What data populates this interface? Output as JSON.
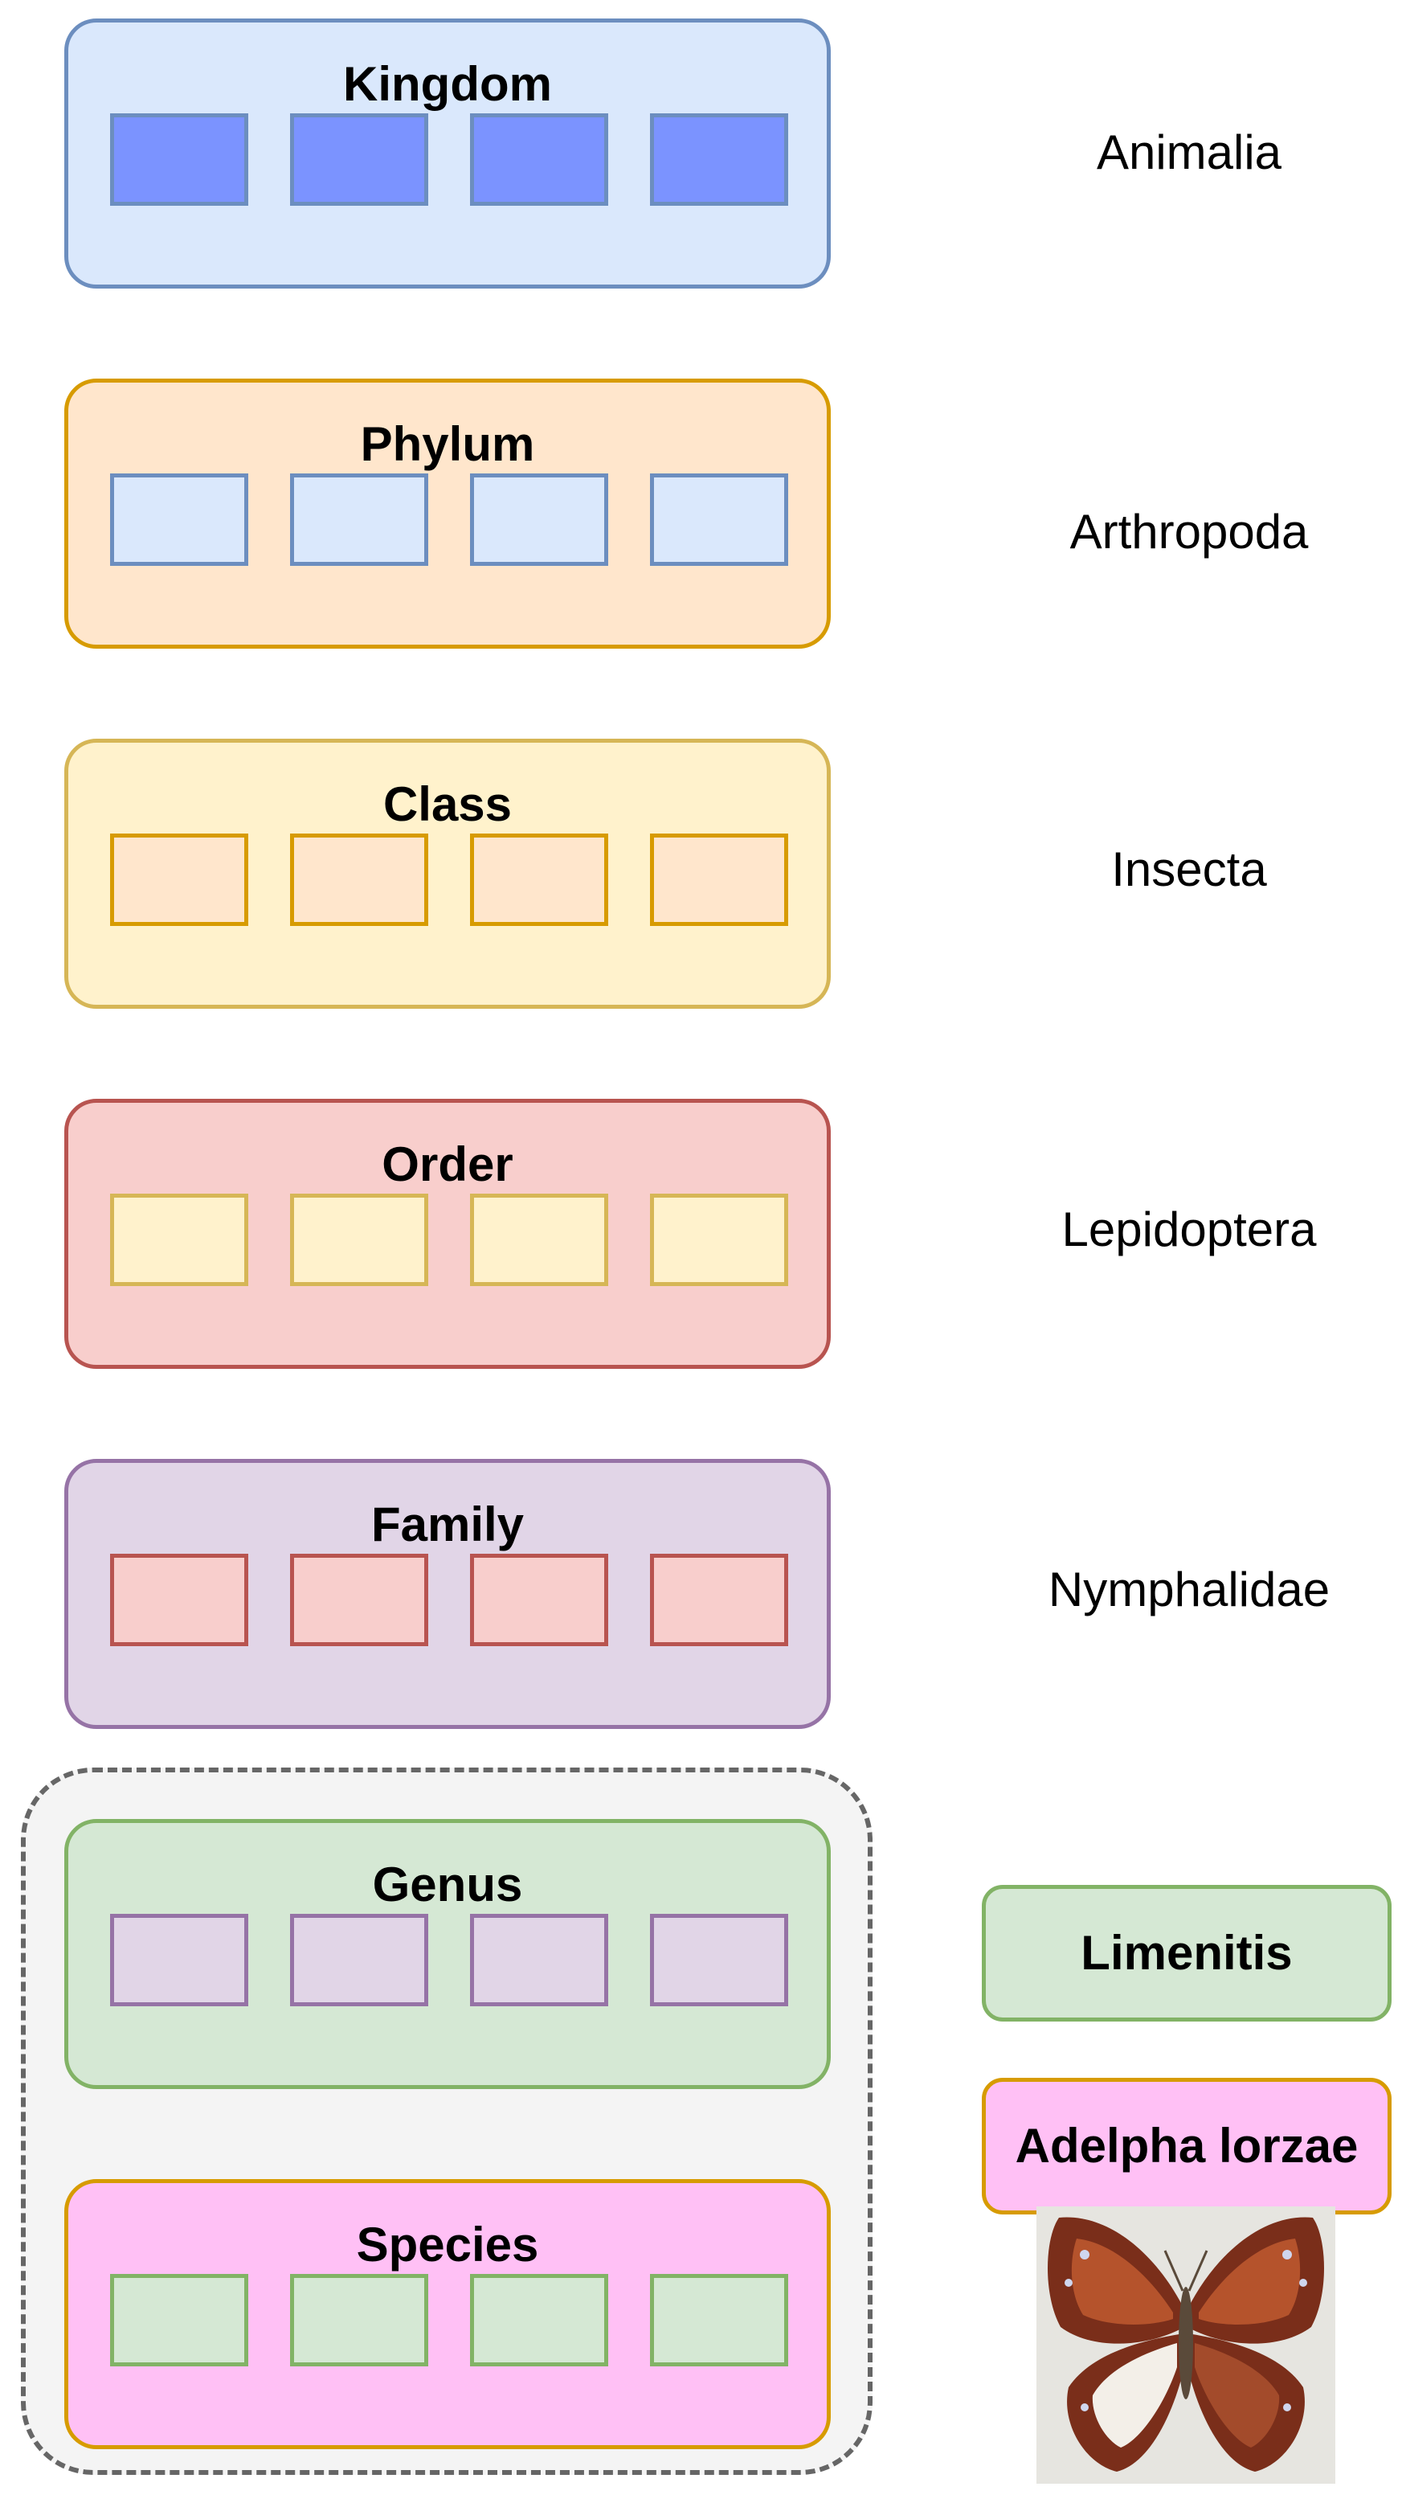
{
  "levels": [
    {
      "id": "kingdom",
      "title": "Kingdom",
      "fill": "#dae8fc",
      "stroke": "#6c8ebf",
      "sub_fill": "#7b93ff",
      "sub_stroke": "#6c8ebf",
      "value": "Animalia"
    },
    {
      "id": "phylum",
      "title": "Phylum",
      "fill": "#ffe6cc",
      "stroke": "#d79b00",
      "sub_fill": "#dae8fc",
      "sub_stroke": "#6c8ebf",
      "value": "Arthropoda"
    },
    {
      "id": "class",
      "title": "Class",
      "fill": "#fff2cc",
      "stroke": "#d6b656",
      "sub_fill": "#ffe6cc",
      "sub_stroke": "#d79b00",
      "value": "Insecta"
    },
    {
      "id": "order",
      "title": "Order",
      "fill": "#f8cecc",
      "stroke": "#b85450",
      "sub_fill": "#fff2cc",
      "sub_stroke": "#d6b656",
      "value": "Lepidoptera"
    },
    {
      "id": "family",
      "title": "Family",
      "fill": "#e1d5e7",
      "stroke": "#9673a6",
      "sub_fill": "#f8cecc",
      "sub_stroke": "#b85450",
      "value": "Nymphalidae"
    },
    {
      "id": "genus",
      "title": "Genus",
      "fill": "#d5e8d4",
      "stroke": "#82b366",
      "sub_fill": "#e1d5e7",
      "sub_stroke": "#9673a6"
    },
    {
      "id": "species",
      "title": "Species",
      "fill": "#ffc0f5",
      "stroke": "#d79b00",
      "sub_fill": "#d5e8d4",
      "sub_stroke": "#82b366"
    }
  ],
  "taxa": {
    "genus": {
      "label": "Limenitis",
      "fill": "#d5e8d4",
      "stroke": "#82b366"
    },
    "species": {
      "label": "Adelpha lorzae",
      "fill": "#ffc0f5",
      "stroke": "#d79b00"
    }
  },
  "specimen_image": {
    "icon": "butterfly-icon"
  }
}
